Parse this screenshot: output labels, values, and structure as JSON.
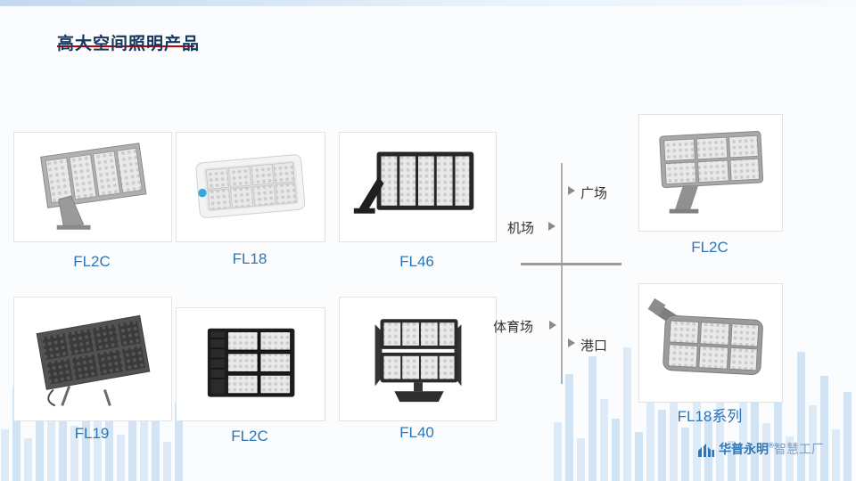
{
  "page": {
    "title": "高大空间照明产品"
  },
  "products": [
    {
      "label": "FL2C"
    },
    {
      "label": "FL18"
    },
    {
      "label": "FL46"
    },
    {
      "label": "FL2C"
    },
    {
      "label": "FL19"
    },
    {
      "label": "FL2C"
    },
    {
      "label": "FL40"
    },
    {
      "label": "FL18系列"
    }
  ],
  "applications": {
    "plaza": "广场",
    "airport": "机场",
    "stadium": "体育场",
    "port": "港口"
  },
  "footer": {
    "brand": "华普永明",
    "registered": "®",
    "suffix": "智慧工厂"
  },
  "colors": {
    "label_blue": "#2e75b6",
    "title_navy": "#17375e",
    "accent_red": "#c00000",
    "diagram_gray": "#9d9d9d",
    "bars_lightblue": "#dcebf7"
  }
}
